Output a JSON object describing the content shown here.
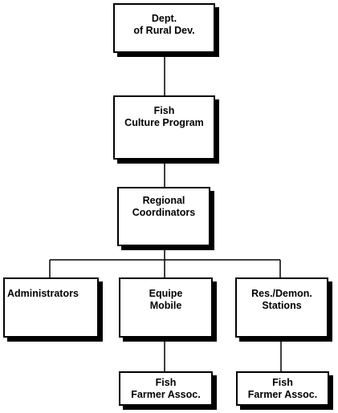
{
  "org_chart": {
    "dept": {
      "lines": [
        "Dept.",
        "of Rural Dev."
      ]
    },
    "fish_culture": {
      "lines": [
        "Fish",
        "Culture Program"
      ]
    },
    "regional": {
      "lines": [
        "Regional",
        "Coordinators"
      ]
    },
    "administrators": {
      "lines": [
        "Administrators"
      ]
    },
    "equipe": {
      "lines": [
        "Equipe",
        "Mobile"
      ]
    },
    "res_demon": {
      "lines": [
        "Res./Demon.",
        "Stations"
      ]
    },
    "ffa_left": {
      "lines": [
        "Fish",
        "Farmer Assoc."
      ]
    },
    "ffa_right": {
      "lines": [
        "Fish",
        "Farmer Assoc."
      ]
    }
  },
  "colors": {
    "line": "#000000",
    "box_fill": "#ffffff",
    "shadow": "#000000"
  }
}
